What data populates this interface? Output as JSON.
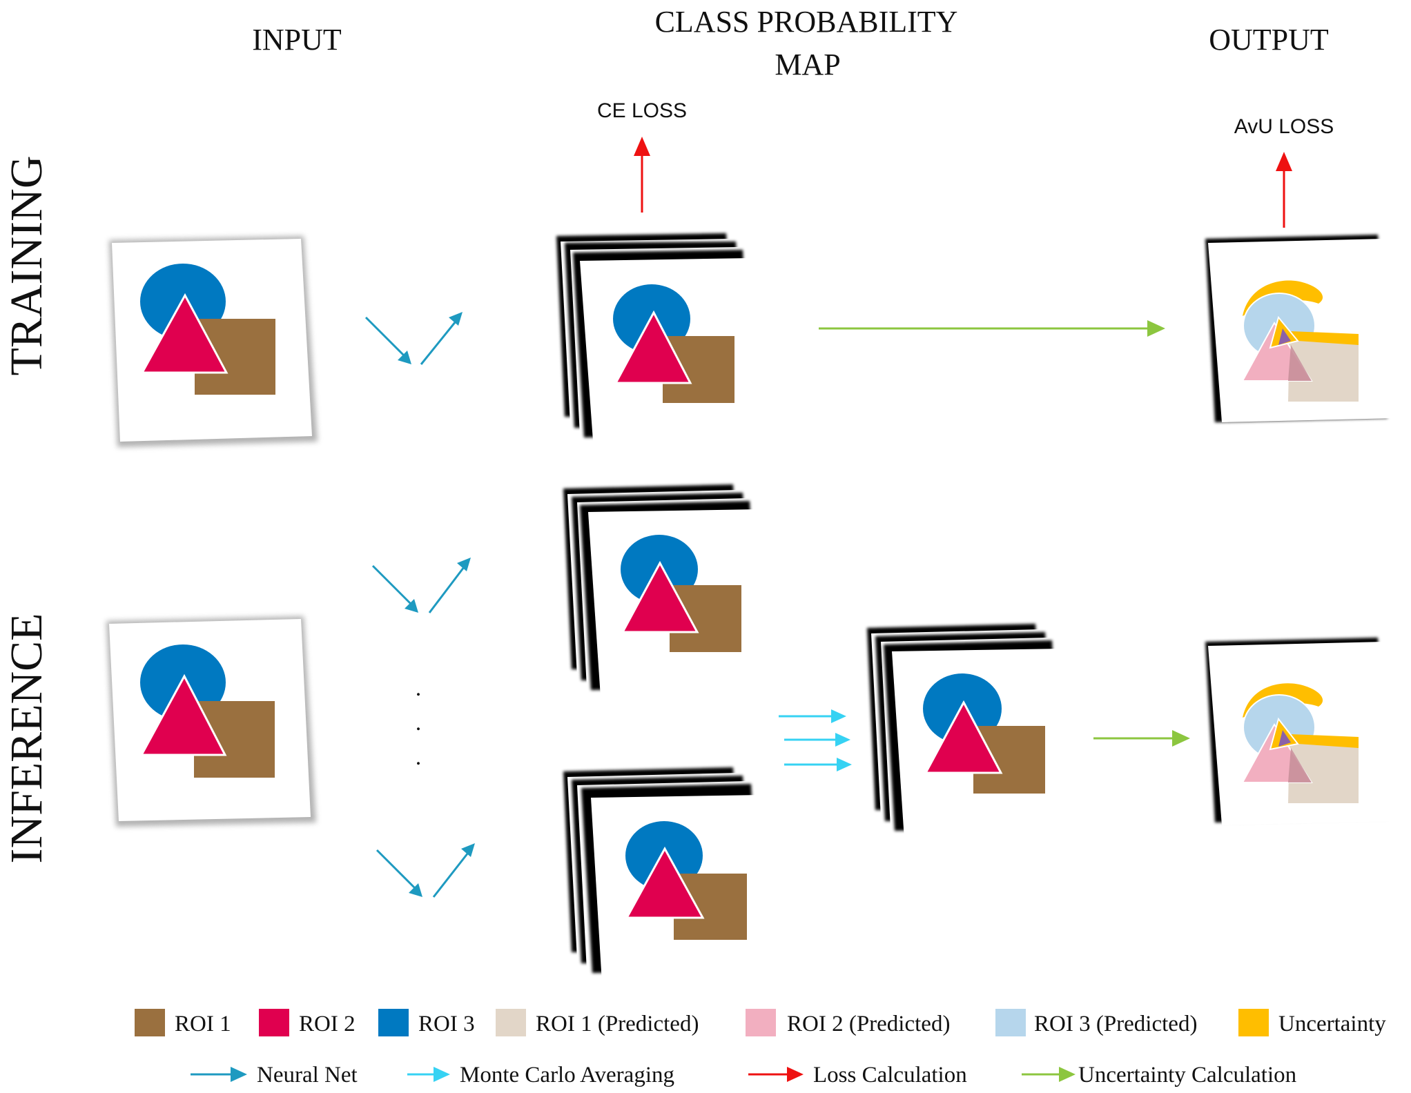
{
  "headers": {
    "input": "INPUT",
    "class_prob_line1": "CLASS PROBABILITY",
    "class_prob_line2": "MAP",
    "output": "OUTPUT"
  },
  "row_labels": {
    "training": "TRAINING",
    "inference": "INFERENCE"
  },
  "loss_labels": {
    "ce": "CE LOSS",
    "avu": "AvU LOSS"
  },
  "ellipsis_dots": [
    ".",
    ".",
    "."
  ],
  "colors": {
    "roi1": "#9A703F",
    "roi2": "#E0004F",
    "roi3": "#0079C1",
    "roi1_pred": "#E2D6C8",
    "roi2_pred": "#F2AFC0",
    "roi3_pred": "#B6D6EC",
    "uncertainty": "#FFBE00",
    "neural_net": "#1E9AC0",
    "monte_carlo": "#36D2F3",
    "loss": "#EE1111",
    "uncertainty_calc": "#8CC63F"
  },
  "legend": {
    "swatches": [
      {
        "label": "ROI 1",
        "color_key": "roi1"
      },
      {
        "label": "ROI 2",
        "color_key": "roi2"
      },
      {
        "label": "ROI 3",
        "color_key": "roi3"
      },
      {
        "label": "ROI 1 (Predicted)",
        "color_key": "roi1_pred"
      },
      {
        "label": "ROI 2 (Predicted)",
        "color_key": "roi2_pred"
      },
      {
        "label": "ROI 3 (Predicted)",
        "color_key": "roi3_pred"
      },
      {
        "label": "Uncertainty",
        "color_key": "uncertainty"
      }
    ],
    "arrows": [
      {
        "label": "Neural Net",
        "color_key": "neural_net"
      },
      {
        "label": "Monte Carlo Averaging",
        "color_key": "monte_carlo"
      },
      {
        "label": "Loss Calculation",
        "color_key": "loss"
      },
      {
        "label": "Uncertainty Calculation",
        "color_key": "uncertainty_calc"
      }
    ]
  }
}
